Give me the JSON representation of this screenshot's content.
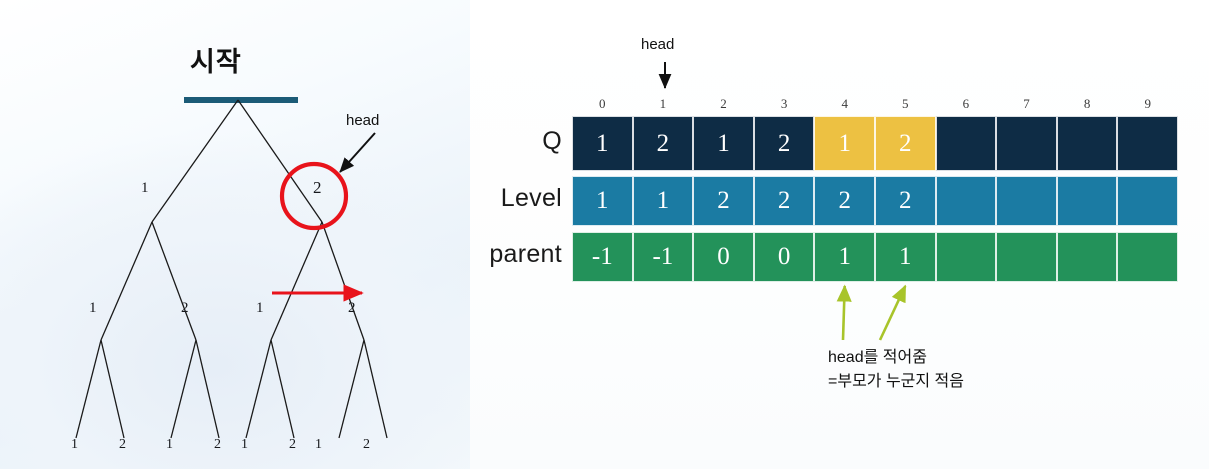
{
  "colors": {
    "q_fill": "#0e2c45",
    "q_highlight": "#edc142",
    "level_fill": "#1b7ba3",
    "parent_fill": "#23925a",
    "root_bar": "#1b5b77",
    "red": "#e8131b",
    "green_arrow": "#a8c42a",
    "text_dark": "#111111"
  },
  "tree": {
    "title": "시작",
    "head_callout": "head",
    "circled_node": "2",
    "level1_labels": [
      "1",
      "2"
    ],
    "level2_labels": [
      "1",
      "2",
      "1",
      "2"
    ],
    "leaf_labels": [
      "1",
      "2",
      "1",
      "2",
      "1",
      "2",
      "1",
      "2"
    ]
  },
  "array": {
    "head_label": "head",
    "head_index": 1,
    "columns": [
      "0",
      "1",
      "2",
      "3",
      "4",
      "5",
      "6",
      "7",
      "8",
      "9"
    ],
    "rows": [
      {
        "label": "Q",
        "fill": "#0e2c45",
        "values": [
          "1",
          "2",
          "1",
          "2",
          "1",
          "2",
          "",
          "",
          "",
          ""
        ],
        "highlight_fill": "#edc142",
        "highlighted": [
          4,
          5
        ]
      },
      {
        "label": "Level",
        "fill": "#1b7ba3",
        "values": [
          "1",
          "1",
          "2",
          "2",
          "2",
          "2",
          "",
          "",
          "",
          ""
        ],
        "highlight_fill": "#edc142",
        "highlighted": []
      },
      {
        "label": "parent",
        "fill": "#23925a",
        "values": [
          "-1",
          "-1",
          "0",
          "0",
          "1",
          "1",
          "",
          "",
          "",
          ""
        ],
        "highlight_fill": "#edc142",
        "highlighted": []
      }
    ],
    "annotation_line1": "head를 적어줌",
    "annotation_line2": "=부모가 누군지 적음",
    "annotation_targets": [
      4,
      5
    ]
  }
}
